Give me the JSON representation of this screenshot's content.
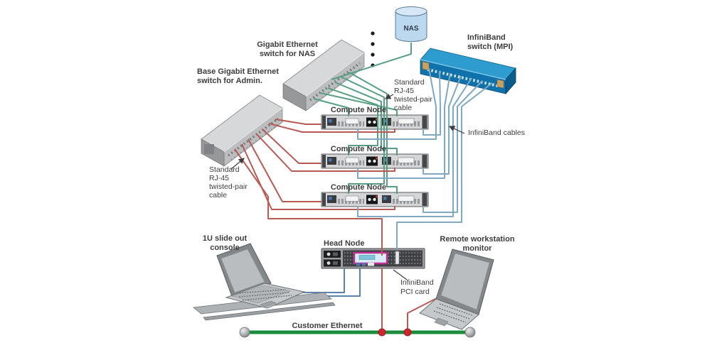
{
  "figure": {
    "type": "cluster-network-architecture-diagram",
    "labels": {
      "gigabit_nas_switch_1": "Gigabit Ethernet",
      "gigabit_nas_switch_2": "switch for NAS",
      "base_admin_switch_1": "Base Gigabit Ethernet",
      "base_admin_switch_2": "switch for Admin.",
      "infiniband_switch_1": "InfiniBand",
      "infiniband_switch_2": "switch (MPI)",
      "nas": "NAS",
      "rj45_1": "Standard",
      "rj45_2": "RJ-45",
      "rj45_3": "twisted-pair",
      "rj45_4": "cable",
      "infiniband_cables": "InfiniBand cables",
      "compute_node": "Compute Node",
      "head_node": "Head Node",
      "infiniband_pci_1": "InfiniBand",
      "infiniband_pci_2": "PCI card",
      "console_1": "1U slide out",
      "console_2": "console",
      "remote_monitor_1": "Remote workstation",
      "remote_monitor_2": "monitor",
      "customer_ethernet": "Customer Ethernet"
    },
    "counts": {
      "compute_nodes": 3,
      "nas_dots": 4,
      "ethernet_taps": 2
    },
    "colors": {
      "admin_cable_red": "#b85a54",
      "nas_cable_green": "#55a082",
      "infiniband_cable_blue": "#7fa8c2",
      "console_cable_blue": "#5a82af",
      "customer_ethernet_green": "#1a8c3c",
      "connection_dot_red": "#d1242c",
      "infiniband_switch_blue": "#2f9ccf",
      "pci_card_magenta": "#c22d96",
      "ethernet_switch_gray": "#d7d8d9",
      "label_text": "#3d3d3d"
    }
  }
}
